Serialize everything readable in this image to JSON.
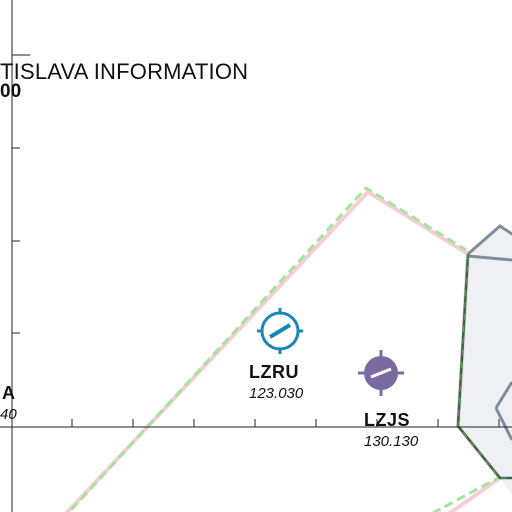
{
  "map": {
    "fir_label": {
      "name": "TISLAVA INFORMATION",
      "frequency": "00"
    },
    "aerodromes": [
      {
        "code": "LZRU",
        "frequency": "123.030",
        "symbol": "blue-aerodrome-symbol",
        "color": "#1a86b8"
      },
      {
        "code": "LZJS",
        "frequency": "130.130",
        "symbol": "purple-aerodrome-symbol",
        "color": "#7a6aa0"
      }
    ],
    "edge_labels": {
      "left_code": "A",
      "left_frequency": "40"
    },
    "colors": {
      "airspace_fill": "#eef0f4",
      "airspace_border_gray": "#7f8c99",
      "airspace_border_green": "#2e6b3c",
      "dashed_green": "#a6e3a0",
      "pink_outline": "#f6cfd2",
      "axis": "#222222"
    }
  }
}
